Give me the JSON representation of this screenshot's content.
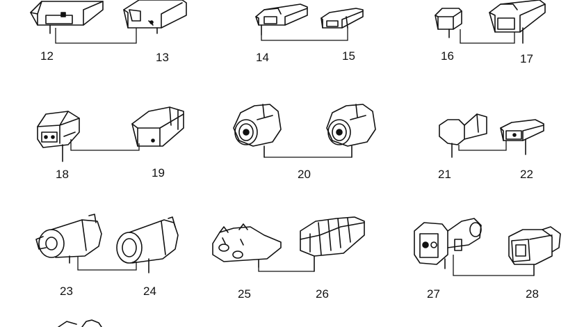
{
  "parts": [
    {
      "num": "12",
      "shape": "housing-female-block"
    },
    {
      "num": "13",
      "shape": "housing-male-block"
    },
    {
      "num": "14",
      "shape": "housing-small-female"
    },
    {
      "num": "15",
      "shape": "housing-small-male"
    },
    {
      "num": "16",
      "shape": "housing-cube"
    },
    {
      "num": "17",
      "shape": "housing-2pin-male"
    },
    {
      "num": "18",
      "shape": "housing-latch-female"
    },
    {
      "num": "19",
      "shape": "housing-latch-male"
    },
    {
      "num": "20",
      "shape": "round-connector-pair"
    },
    {
      "num": "21",
      "shape": "housing-rounded-plug"
    },
    {
      "num": "22",
      "shape": "housing-2pin-socket"
    },
    {
      "num": "23",
      "shape": "bayonet-plug"
    },
    {
      "num": "24",
      "shape": "bayonet-socket"
    },
    {
      "num": "25",
      "shape": "flat-2pin-female"
    },
    {
      "num": "26",
      "shape": "flat-multipin-male"
    },
    {
      "num": "27",
      "shape": "injector-plug"
    },
    {
      "num": "28",
      "shape": "injector-socket"
    }
  ]
}
